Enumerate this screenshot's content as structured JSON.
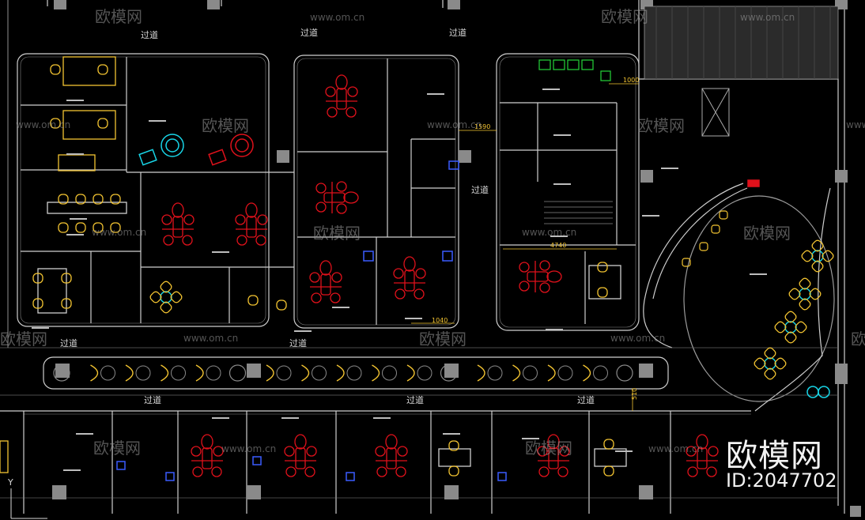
{
  "colors": {
    "background": "#000000",
    "wall": "#d7d7d7",
    "wall_dim": "#8a8a8a",
    "dental_chair": "#e0111b",
    "furniture": "#f3c431",
    "cyan": "#18d6e8",
    "green": "#25d43a",
    "blue": "#3a5cff",
    "watermark": "#8e8e8e"
  },
  "corridor_labels": [
    "过道",
    "过道",
    "过道",
    "过道",
    "过道",
    "过道",
    "过道",
    "过道",
    "过道"
  ],
  "dimensions": {
    "d4740": "4740",
    "d1040": "1040",
    "d1000": "1000",
    "d1590": "1590",
    "d510": "510"
  },
  "watermark": {
    "logo_text": "欧模网",
    "url_text": "www.om.cn"
  },
  "branding": {
    "name": "欧模网",
    "id": "ID:2047702"
  },
  "axis_label": "Y"
}
